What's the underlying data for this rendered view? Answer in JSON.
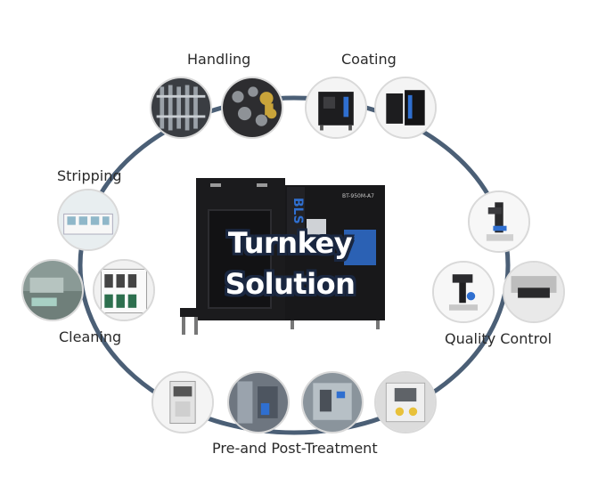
{
  "title": "Turnkey Solution",
  "stages": {
    "handling": "Handling",
    "coating": "Coating",
    "stripping": "Stripping",
    "cleaning": "Cleaning",
    "quality_control": "Quality Control",
    "pre_post_treatment": "Pre-and Post-Treatment"
  },
  "machine": {
    "model_text": "BT-950M-A7",
    "brand_text": "BLS"
  },
  "colors": {
    "ring": "#4b5f76",
    "title_outline": "#1a2740",
    "machine_body": "#1b1b1d",
    "accent_blue": "#2f6fd0"
  }
}
